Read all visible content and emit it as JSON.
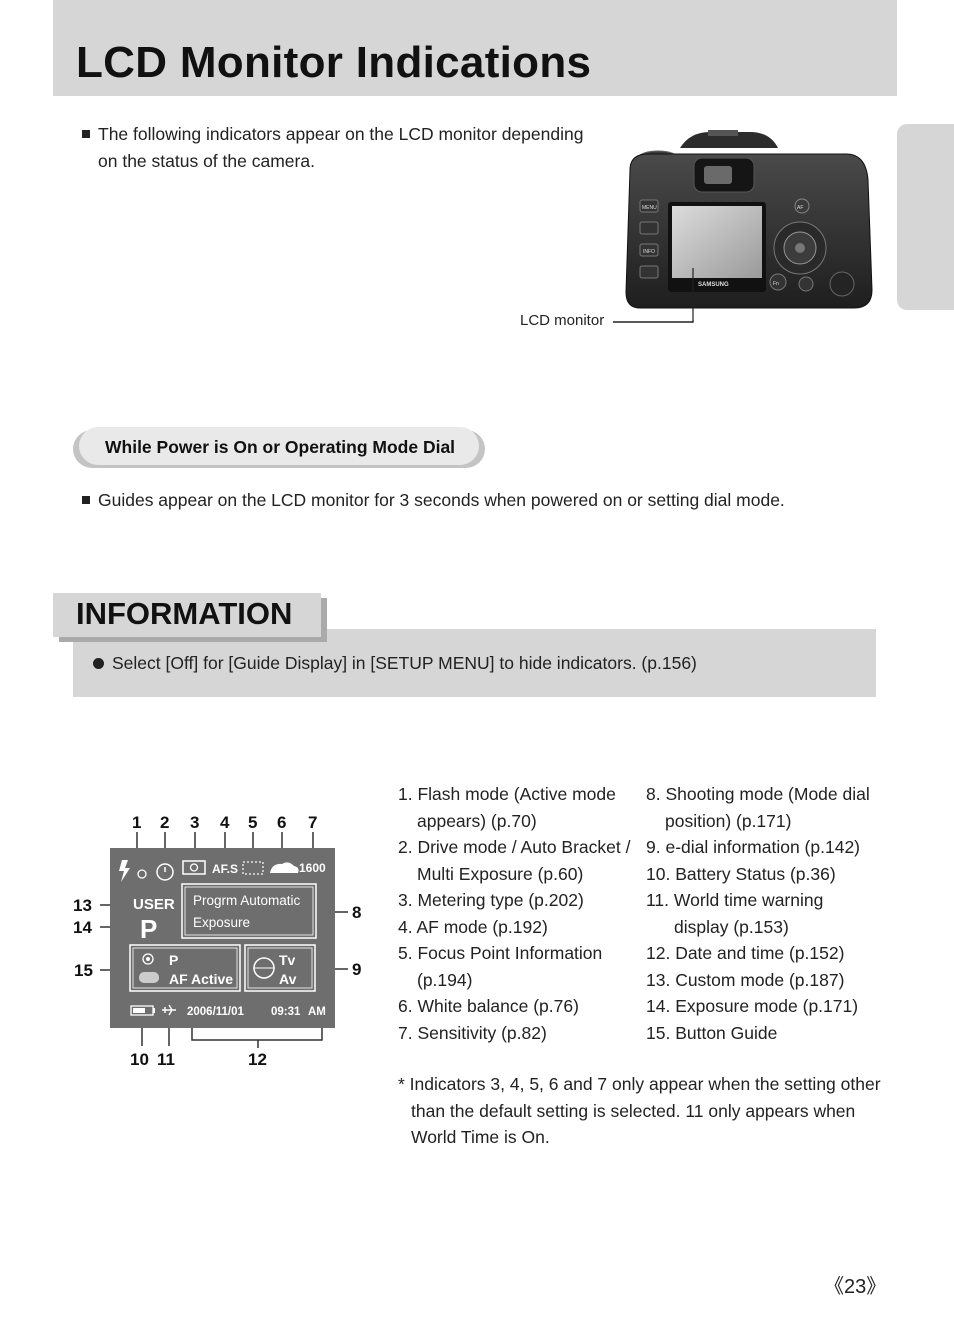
{
  "page": {
    "title": "LCD Monitor Indications",
    "intro": "The following indicators appear on the LCD monitor depending on the status of the camera.",
    "intro_line1": "The following indicators appear on the LCD monitor depending",
    "intro_line2": "on the status of the camera.",
    "camera_callout": "LCD monitor",
    "page_number": "《23》"
  },
  "camera": {
    "brand": "SAMSUNG",
    "buttons": [
      "MENU",
      "INFO",
      "AF",
      "Fn"
    ]
  },
  "section": {
    "heading": "While Power is On or Operating Mode Dial",
    "guide_text": "Guides appear on the LCD monitor for 3 seconds when powered on or setting dial mode."
  },
  "information": {
    "heading": "INFORMATION",
    "text": "Select [Off] for [Guide Display] in [SETUP MENU] to hide indicators. (p.156)"
  },
  "diagram": {
    "top_labels": [
      "1",
      "2",
      "3",
      "4",
      "5",
      "6",
      "7"
    ],
    "left_labels": [
      "13",
      "14",
      "15"
    ],
    "right_labels": [
      "8",
      "9"
    ],
    "bottom_labels": [
      "10",
      "11",
      "12"
    ],
    "screen": {
      "iso": "1600",
      "user": "USER",
      "mode_letter": "P",
      "mode_text_line1": "Progrm Automatic",
      "mode_text_line2": "Exposure",
      "button_guide_p": "P",
      "button_guide_af": "AF Active",
      "tv": "Tv",
      "av": "Av",
      "date": "2006/11/01",
      "time": "09:31",
      "ampm": "AM",
      "afs": "AF.S"
    }
  },
  "legend": {
    "col1": [
      {
        "line1": "1. Flash mode (Active mode",
        "line2": "appears) (p.70)"
      },
      {
        "line1": "2. Drive mode / Auto Bracket /",
        "line2": "Multi Exposure (p.60)"
      },
      {
        "line1": "3. Metering type (p.202)"
      },
      {
        "line1": "4. AF mode (p.192)"
      },
      {
        "line1": "5. Focus Point Information",
        "line2": "(p.194)"
      },
      {
        "line1": "6. White balance (p.76)"
      },
      {
        "line1": "7. Sensitivity (p.82)"
      }
    ],
    "col2": [
      {
        "line1": "8. Shooting mode (Mode dial",
        "line2": "position) (p.171)"
      },
      {
        "line1": "9. e-dial information (p.142)"
      },
      {
        "line1": "10. Battery Status (p.36)"
      },
      {
        "line1": "11. World time warning",
        "line2": "display (p.153)"
      },
      {
        "line1": "12. Date and time (p.152)"
      },
      {
        "line1": "13. Custom mode (p.187)"
      },
      {
        "line1": "14. Exposure mode (p.171)"
      },
      {
        "line1": "15. Button Guide"
      }
    ]
  },
  "note": {
    "line1": "* Indicators 3, 4, 5, 6 and 7 only appear when the setting other",
    "line2": "than the default setting is selected. 11 only appears when",
    "line3": "World Time is On."
  }
}
